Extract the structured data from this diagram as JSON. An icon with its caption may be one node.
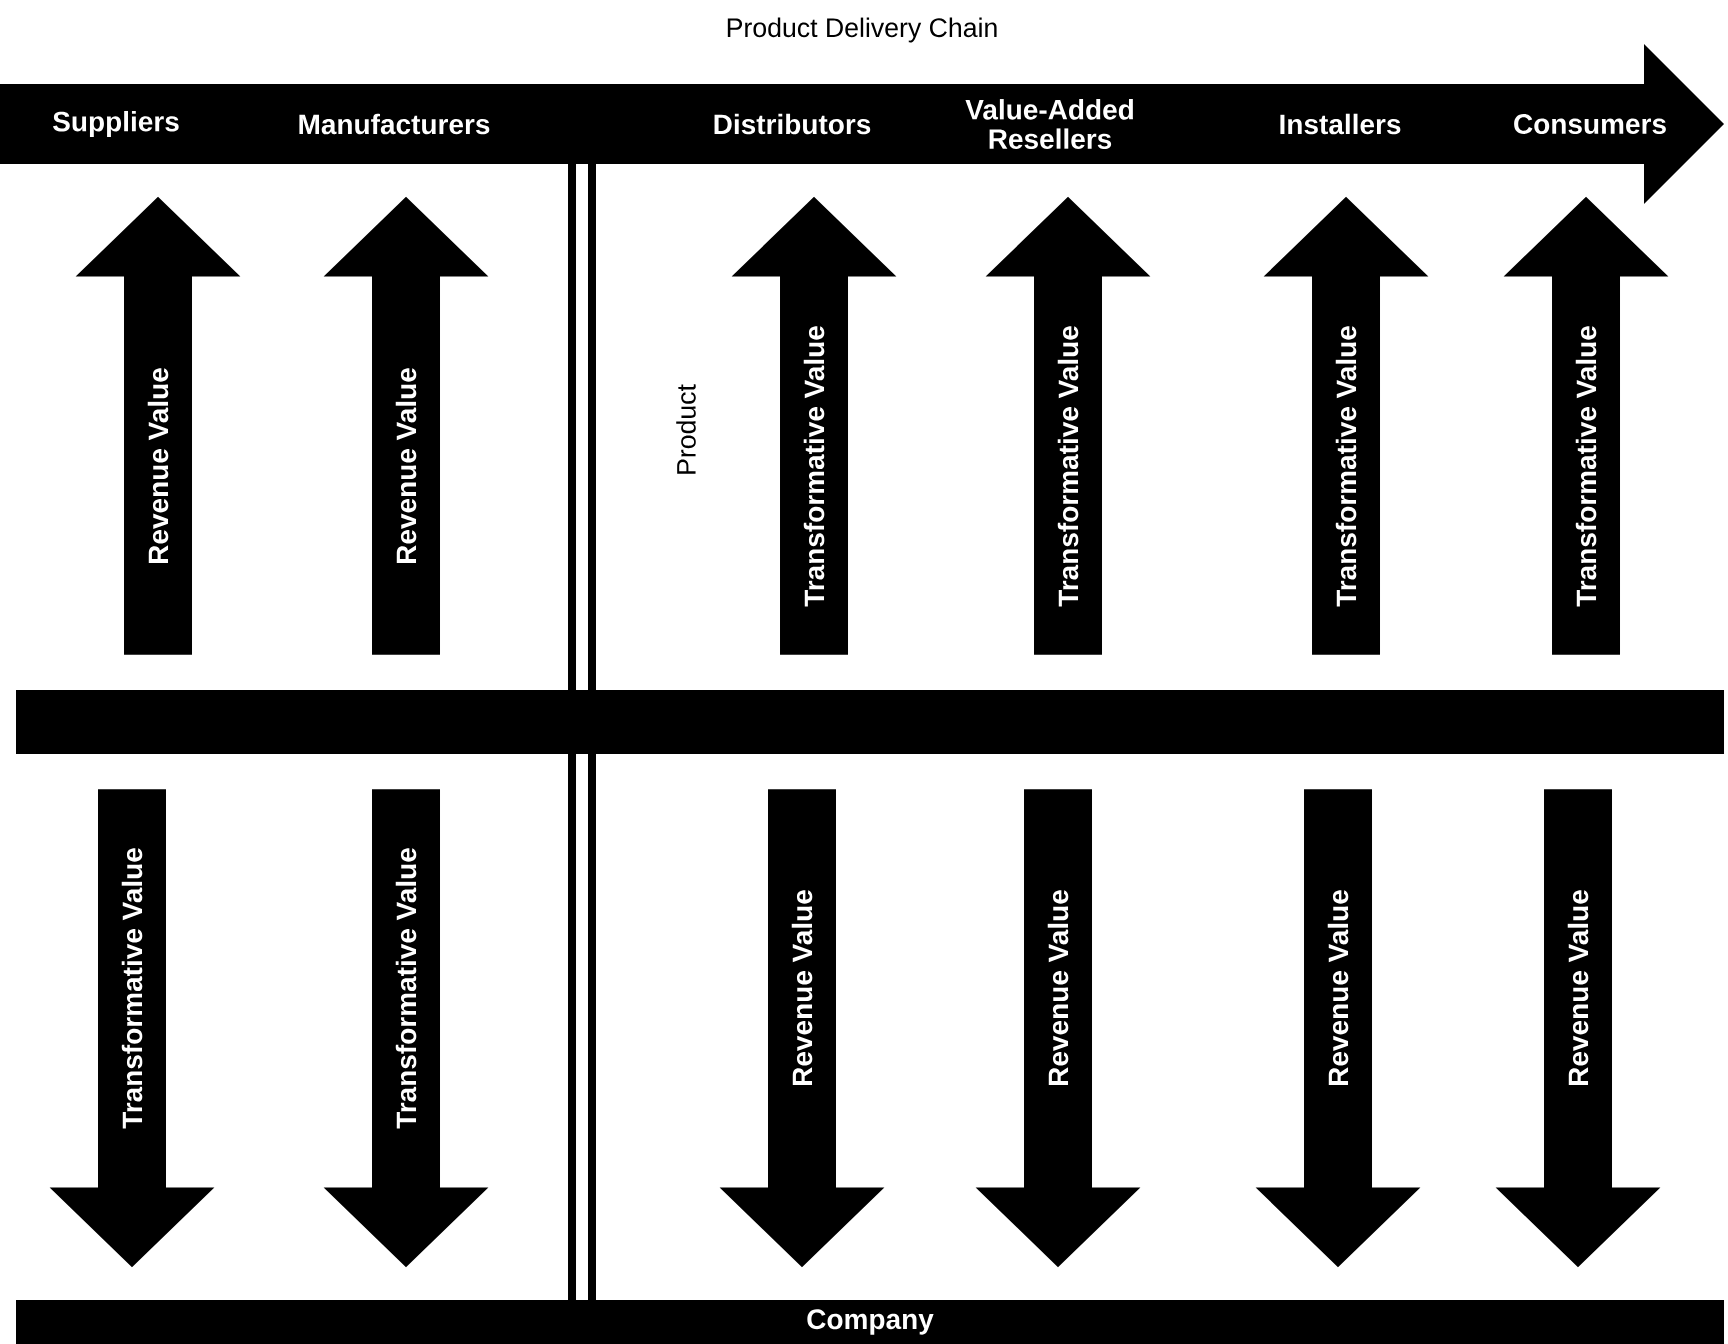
{
  "diagram": {
    "nodes": [
      {
        "text": [
          "Product Delivery Chain"
        ]
      },
      {
        "text": [
          "Suppliers"
        ],
        "in": 0
      },
      {
        "text": [
          "Manufacturers"
        ],
        "in": 0
      },
      {
        "text": [
          "Distributors"
        ],
        "in": 0
      },
      {
        "text": [
          "Value-Added Resellers"
        ],
        "in": 0
      },
      {
        "text": [
          "Installers"
        ],
        "in": 0
      },
      {
        "text": [
          "Consumers"
        ],
        "in": 0
      },
      {
        "text": [],
        "shape": "bar"
      },
      {
        "text": [
          "Company"
        ]
      }
    ],
    "edges": [
      {
        "from": 7,
        "to": 1,
        "arrow": "to",
        "label": "Revenue Value"
      },
      {
        "from": 7,
        "to": 2,
        "arrow": "to",
        "label": "Revenue Value"
      },
      {
        "from": 7,
        "to": 3,
        "arrow": "to",
        "label": "Transformative Value"
      },
      {
        "from": 7,
        "to": 4,
        "arrow": "to",
        "label": "Transformative Value"
      },
      {
        "from": 7,
        "to": 5,
        "arrow": "to",
        "label": "Transformative Value"
      },
      {
        "from": 7,
        "to": 6,
        "arrow": "to",
        "label": "Transformative Value"
      },
      {
        "from": 7,
        "to": 8,
        "arrow": "to",
        "label": "Transformative Value"
      },
      {
        "from": 7,
        "to": 8,
        "arrow": "to",
        "label": "Transformative Value"
      },
      {
        "from": 7,
        "to": 8,
        "arrow": "to",
        "label": "Revenue Value"
      },
      {
        "from": 7,
        "to": 8,
        "arrow": "to",
        "label": "Revenue Value"
      },
      {
        "from": 7,
        "to": 8,
        "arrow": "to",
        "label": "Revenue Value"
      },
      {
        "from": 7,
        "to": 8,
        "arrow": "to",
        "label": "Revenue Value"
      }
    ],
    "labels": [
      "Product"
    ]
  }
}
